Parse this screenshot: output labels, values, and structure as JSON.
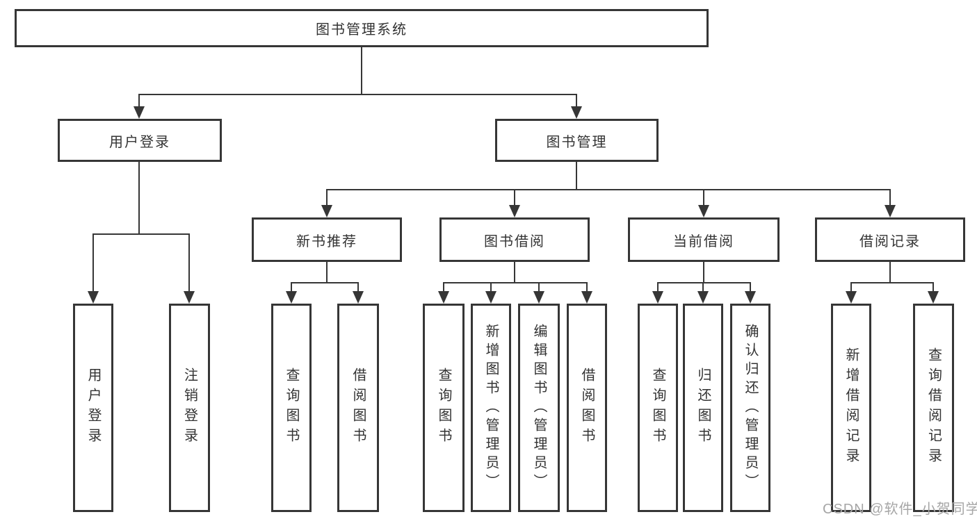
{
  "page": {
    "watermark": "CSDN @软件_小贺同学",
    "colors": {
      "line": "#363636",
      "box_border": "#363636",
      "text": "#333333",
      "watermark": "#a6a6a6",
      "background": "#ffffff"
    }
  },
  "diagram": {
    "type": "hierarchy-tree",
    "root": {
      "label": "图书管理系统"
    },
    "branches": [
      {
        "label": "用户登录",
        "children": [
          {
            "label": "用户登录"
          },
          {
            "label": "注销登录"
          }
        ]
      },
      {
        "label": "图书管理",
        "children": [
          {
            "label": "新书推荐",
            "children": [
              {
                "label": "查询图书"
              },
              {
                "label": "借阅图书"
              }
            ]
          },
          {
            "label": "图书借阅",
            "children": [
              {
                "label": "查询图书"
              },
              {
                "label": "新增图书（管理员）"
              },
              {
                "label": "编辑图书（管理员）"
              },
              {
                "label": "借阅图书"
              }
            ]
          },
          {
            "label": "当前借阅",
            "children": [
              {
                "label": "查询图书"
              },
              {
                "label": "归还图书"
              },
              {
                "label": "确认归还（管理员）"
              }
            ]
          },
          {
            "label": "借阅记录",
            "children": [
              {
                "label": "新增借阅记录"
              },
              {
                "label": "查询借阅记录"
              }
            ]
          }
        ]
      }
    ]
  }
}
